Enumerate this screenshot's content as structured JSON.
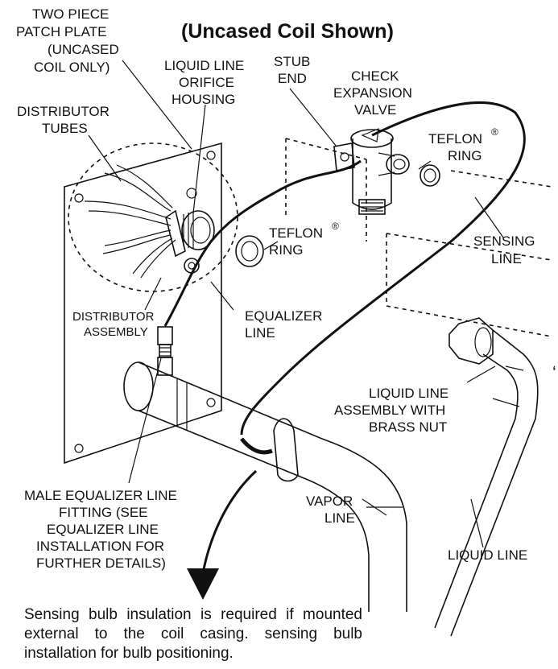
{
  "title": "(Uncased Coil Shown)",
  "labels": {
    "patch_plate": [
      "TWO PIECE",
      "PATCH PLATE",
      "(UNCASED",
      "COIL ONLY)"
    ],
    "orifice_housing": [
      "LIQUID LINE",
      "ORIFICE",
      "HOUSING"
    ],
    "stub_end": [
      "STUB",
      "END"
    ],
    "check_valve": [
      "CHECK",
      "EXPANSION",
      "VALVE"
    ],
    "distributor_tubes": [
      "DISTRIBUTOR",
      "TUBES"
    ],
    "teflon_ring_1": [
      "TEFLON",
      "RING"
    ],
    "teflon_ring_2": [
      "TEFLON",
      "RING"
    ],
    "registered_mark": "®",
    "sensing_line": [
      "SENSING",
      "LINE"
    ],
    "distributor_assembly": [
      "DISTRIBUTOR",
      "ASSEMBLY"
    ],
    "equalizer_line": [
      "EQUALIZER",
      "LINE"
    ],
    "liquid_line_assembly": [
      "LIQUID LINE",
      "ASSEMBLY WITH",
      "BRASS NUT"
    ],
    "male_fitting": [
      "MALE EQUALIZER LINE",
      "FITTING (SEE",
      "EQUALIZER LINE",
      "INSTALLATION FOR",
      "FURTHER DETAILS)"
    ],
    "vapor_line": [
      "VAPOR",
      "LINE"
    ],
    "liquid_line": "LIQUID LINE"
  },
  "note": "Sensing bulb insulation is required if mounted external to the coil casing. sensing bulb installation for bulb positioning."
}
